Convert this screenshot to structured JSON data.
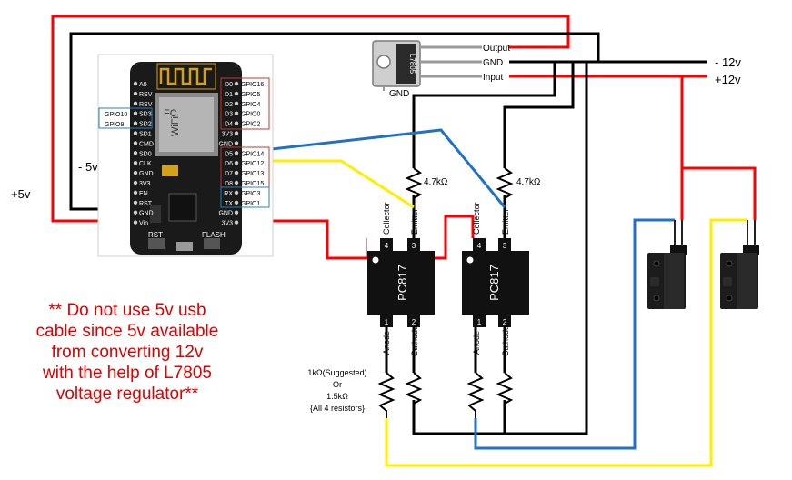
{
  "colors": {
    "red": "#ff0000",
    "black": "#000000",
    "blue": "#1f72c6",
    "yellow": "#ffee00",
    "board": "#1a1a1a",
    "accent": "#c0392b"
  },
  "labels": {
    "plus5v": "+5v",
    "minus5v": "- 5v",
    "minus12v": "- 12v",
    "plus12v": "+12v",
    "regulator": "L7805",
    "reg_output": "Output",
    "reg_gnd": "GND",
    "reg_input": "Input",
    "reg_gnd_under": "GND",
    "r_emitter_1": "4.7kΩ",
    "r_emitter_2": "4.7kΩ",
    "resistor_note_1": "1kΩ(Suggested)",
    "resistor_note_2": "Or",
    "resistor_note_3": "1.5kΩ",
    "resistor_note_4": "{All 4 resistors}",
    "opto_1": "PC817",
    "opto_2": "PC817",
    "pin_collector": "Collector",
    "pin_emitter": "Emitter",
    "pin_anode": "Anode",
    "pin_cathode": "Cathode",
    "pin_1": "1",
    "pin_2": "2",
    "pin_3": "3",
    "pin_4": "4",
    "rst": "RST",
    "flash": "FLASH",
    "note": "** Do not use 5v usb\ncable since 5v available\nfrom converting 12v\nwith the help of L7805\nvoltage regulator**"
  },
  "board": {
    "left_pins": [
      "A0",
      "RSV",
      "RSV",
      "SD3",
      "SD2",
      "SD1",
      "CMD",
      "SD0",
      "CLK",
      "GND",
      "3V3",
      "EN",
      "RST",
      "GND",
      "Vin"
    ],
    "right_pins": [
      "D0",
      "D1",
      "D2",
      "D3",
      "D4",
      "3V3",
      "GND",
      "D5",
      "D6",
      "D7",
      "D8",
      "RX",
      "TX",
      "GND",
      "3V3"
    ],
    "gpio_left": [
      "GPIO10",
      "GPIO9"
    ],
    "gpio_right": [
      "GPIO16",
      "GPIO5",
      "GPIO4",
      "GPIO0",
      "GPIO2",
      "GPIO14",
      "GPIO12",
      "GPIO13",
      "GPIO15",
      "GPIO3",
      "GPIO1"
    ]
  }
}
